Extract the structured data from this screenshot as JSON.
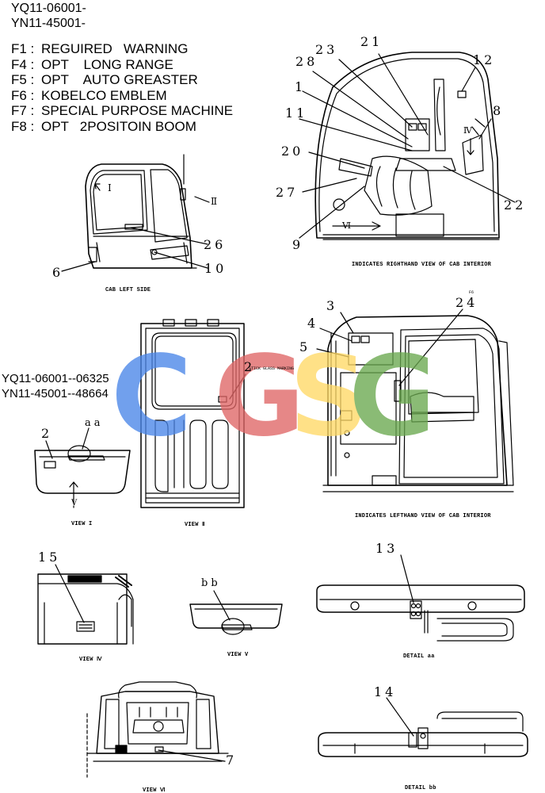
{
  "header": {
    "serial_1": "YQ11-06001-",
    "serial_2": "YN11-45001-"
  },
  "legend": [
    {
      "code": "F1 :",
      "text": "REGUIRED   WARNING"
    },
    {
      "code": "F4 :",
      "text": "OPT    LONG RANGE"
    },
    {
      "code": "F5 :",
      "text": "OPT    AUTO GREASTER"
    },
    {
      "code": "F6 :",
      "text": "KOBELCO EMBLEM"
    },
    {
      "code": "F7 :",
      "text": "SPECIAL PURPOSE MACHINE"
    },
    {
      "code": "F8 :",
      "text": "OPT   2POSITOIN BOOM"
    }
  ],
  "serial_range": {
    "line_1": "YQ11-06001--06325",
    "line_2": "YN11-45001--48664"
  },
  "callouts": {
    "c21": "21",
    "c23": "23",
    "c12": "12",
    "c28": "28",
    "c1": "1",
    "c8": "8",
    "c11": "11",
    "c20": "20",
    "c27": "27",
    "c22": "22",
    "c9": "9",
    "left_26": "26",
    "left_10": "10",
    "left_6": "6",
    "v2_2": "2",
    "v1_2": "2",
    "v1_aa": "aa",
    "r3": "3",
    "r4": "4",
    "r5": "5",
    "r24": "24",
    "c15": "15",
    "bb": "bb",
    "c13": "13",
    "c14": "14",
    "c7": "7"
  },
  "roman": {
    "I": "I",
    "II": "Ⅱ",
    "IV": "Ⅳ",
    "VI": "Ⅵ",
    "V": "V",
    "F6": "F6"
  },
  "captions": {
    "rh_view": "INDICATES RIGHTHAND VIEW OF CAB INTERIOR",
    "cab_left": "CAB LEFT SIDE",
    "lh_view": "INDICATES LEFTHAND VIEW OF CAB INTERIOR",
    "view1": "VIEW I",
    "view2": "VIEW Ⅱ",
    "view4": "VIEW Ⅳ",
    "view5": "VIEW V",
    "detail_aa": "DETAIL aa",
    "view6": "VIEW Ⅵ",
    "detail_bb": "DETAIL bb",
    "stick_glass": "STICK GLASS MARKING"
  },
  "watermark": {
    "text": "CGSG",
    "colors": [
      "#4a86e8",
      "#e06666",
      "#ffd966",
      "#6aa84f"
    ]
  }
}
